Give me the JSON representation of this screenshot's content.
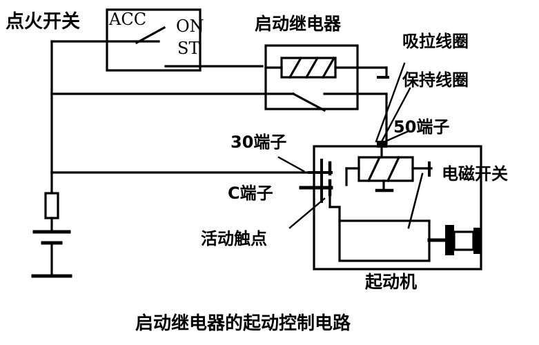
{
  "diagram": {
    "caption": "启动继电器的起动控制电路",
    "colors": {
      "line": "#000000",
      "background": "#ffffff"
    }
  },
  "labels": {
    "ignition_switch": "点火开关",
    "acc": "ACC",
    "on": "ON",
    "st": "ST",
    "start_relay": "启动继电器",
    "pull_in_coil": "吸拉线圈",
    "hold_in_coil": "保持线圈",
    "terminal_50": "50端子",
    "terminal_30": "30端子",
    "terminal_c": "C端子",
    "movable_contact": "活动触点",
    "magnetic_switch": "电磁开关",
    "starter_motor": "起动机"
  }
}
